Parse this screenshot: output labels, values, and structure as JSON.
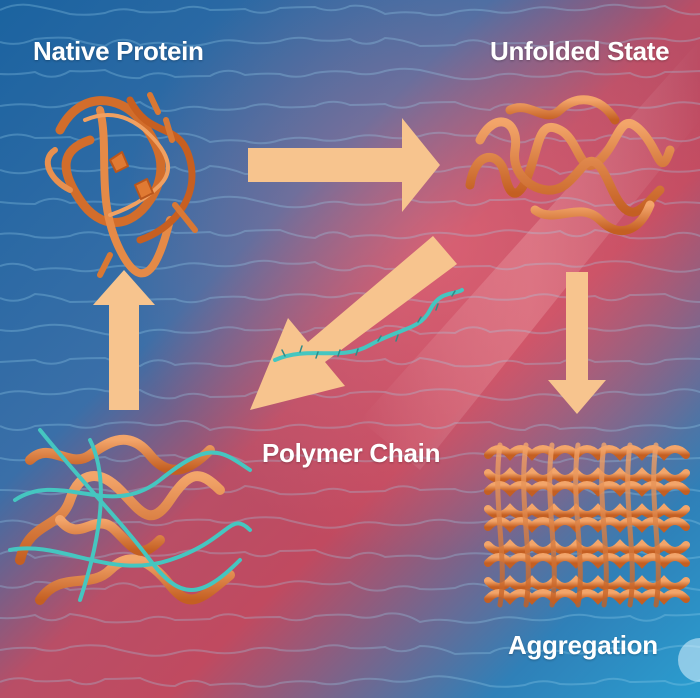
{
  "labels": {
    "native_protein": "Native Protein",
    "unfolded_state": "Unfolded State",
    "polymer_chain": "Polymer Chain",
    "aggregation": "Aggregation"
  },
  "colors": {
    "background_blue": "#1f6aa3",
    "background_red": "#c4495f",
    "arrow": "#f7c48e",
    "protein_orange": "#e07a33",
    "polymer_teal": "#45c6c0"
  },
  "flow": [
    {
      "from": "native_protein",
      "to": "unfolded_state"
    },
    {
      "from": "unfolded_state",
      "to": "aggregation"
    },
    {
      "from": "unfolded_state",
      "to": "polymer_chain"
    },
    {
      "from": "polymer_chain",
      "to": "native_protein"
    }
  ]
}
